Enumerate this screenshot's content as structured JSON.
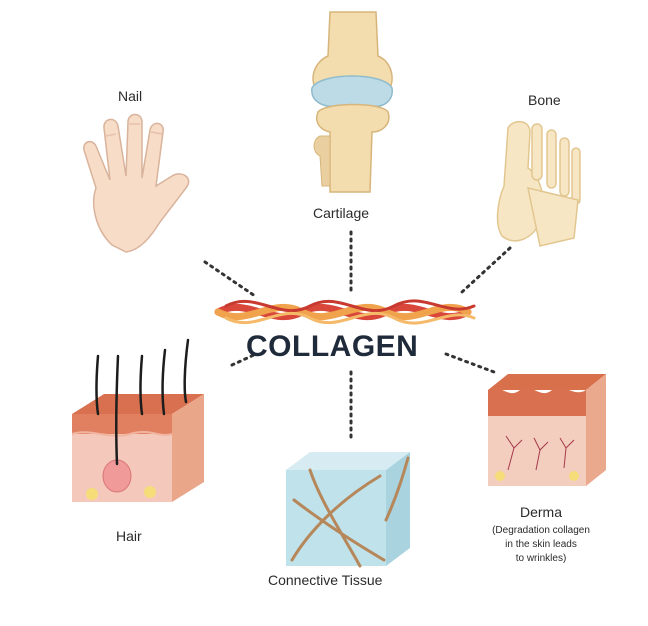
{
  "center": {
    "title": "COLLAGEN"
  },
  "nodes": {
    "nail": {
      "label": "Nail"
    },
    "cartilage": {
      "label": "Cartilage"
    },
    "bone": {
      "label": "Bone"
    },
    "hair": {
      "label": "Hair"
    },
    "connective": {
      "label": "Connective Tissue"
    },
    "derma": {
      "label": "Derma",
      "note_lines": [
        "(Degradation collagen",
        "in the skin leads",
        "to wrinkles)"
      ]
    }
  },
  "colors": {
    "fiber_red": "#d9463a",
    "fiber_orange": "#f0a24c",
    "skin": "#f2c5b4",
    "bone": "#f3dcae",
    "cartilage": "#bcdbe6",
    "dots": "#333333"
  },
  "icons": {
    "nail": "hand-icon",
    "cartilage": "knee-joint-icon",
    "bone": "foot-bones-icon",
    "hair": "hair-follicle-icon",
    "connective": "tissue-cube-icon",
    "derma": "skin-layer-icon"
  }
}
